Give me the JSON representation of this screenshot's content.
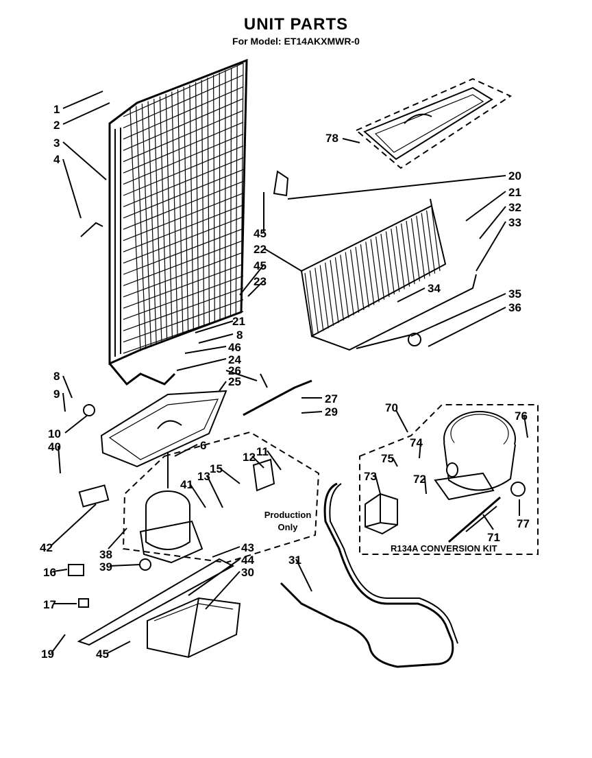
{
  "header": {
    "title": "UNIT PARTS",
    "subtitle": "For Model: ET14AKXMWR-0"
  },
  "notes": {
    "production_line1": "Production",
    "production_line2": "Only",
    "kit": "R134A CONVERSION KIT"
  },
  "callouts": [
    {
      "id": "c1",
      "text": "1"
    },
    {
      "id": "c2",
      "text": "2"
    },
    {
      "id": "c3",
      "text": "3"
    },
    {
      "id": "c4",
      "text": "4"
    },
    {
      "id": "c78",
      "text": "78"
    },
    {
      "id": "c20",
      "text": "20"
    },
    {
      "id": "c21a",
      "text": "21"
    },
    {
      "id": "c32",
      "text": "32"
    },
    {
      "id": "c33",
      "text": "33"
    },
    {
      "id": "c45a",
      "text": "45"
    },
    {
      "id": "c22",
      "text": "22"
    },
    {
      "id": "c45b",
      "text": "45"
    },
    {
      "id": "c23",
      "text": "23"
    },
    {
      "id": "c34",
      "text": "34"
    },
    {
      "id": "c35",
      "text": "35"
    },
    {
      "id": "c36",
      "text": "36"
    },
    {
      "id": "c21b",
      "text": "21"
    },
    {
      "id": "c8a",
      "text": "8"
    },
    {
      "id": "c46",
      "text": "46"
    },
    {
      "id": "c24",
      "text": "24"
    },
    {
      "id": "c26",
      "text": "26"
    },
    {
      "id": "c25",
      "text": "25"
    },
    {
      "id": "c8b",
      "text": "8"
    },
    {
      "id": "c9",
      "text": "9"
    },
    {
      "id": "c27",
      "text": "27"
    },
    {
      "id": "c29",
      "text": "29"
    },
    {
      "id": "c10",
      "text": "10"
    },
    {
      "id": "c40",
      "text": "40"
    },
    {
      "id": "c70",
      "text": "70"
    },
    {
      "id": "c76",
      "text": "76"
    },
    {
      "id": "c6",
      "text": "6"
    },
    {
      "id": "c12",
      "text": "12"
    },
    {
      "id": "c11",
      "text": "11"
    },
    {
      "id": "c74",
      "text": "74"
    },
    {
      "id": "c15",
      "text": "15"
    },
    {
      "id": "c75",
      "text": "75"
    },
    {
      "id": "c13",
      "text": "13"
    },
    {
      "id": "c73",
      "text": "73"
    },
    {
      "id": "c72",
      "text": "72"
    },
    {
      "id": "c41",
      "text": "41"
    },
    {
      "id": "c77",
      "text": "77"
    },
    {
      "id": "c71",
      "text": "71"
    },
    {
      "id": "c42",
      "text": "42"
    },
    {
      "id": "c38",
      "text": "38"
    },
    {
      "id": "c43",
      "text": "43"
    },
    {
      "id": "c44",
      "text": "44"
    },
    {
      "id": "c39",
      "text": "39"
    },
    {
      "id": "c16",
      "text": "16"
    },
    {
      "id": "c30",
      "text": "30"
    },
    {
      "id": "c31",
      "text": "31"
    },
    {
      "id": "c17",
      "text": "17"
    },
    {
      "id": "c19",
      "text": "19"
    },
    {
      "id": "c45c",
      "text": "45"
    }
  ]
}
